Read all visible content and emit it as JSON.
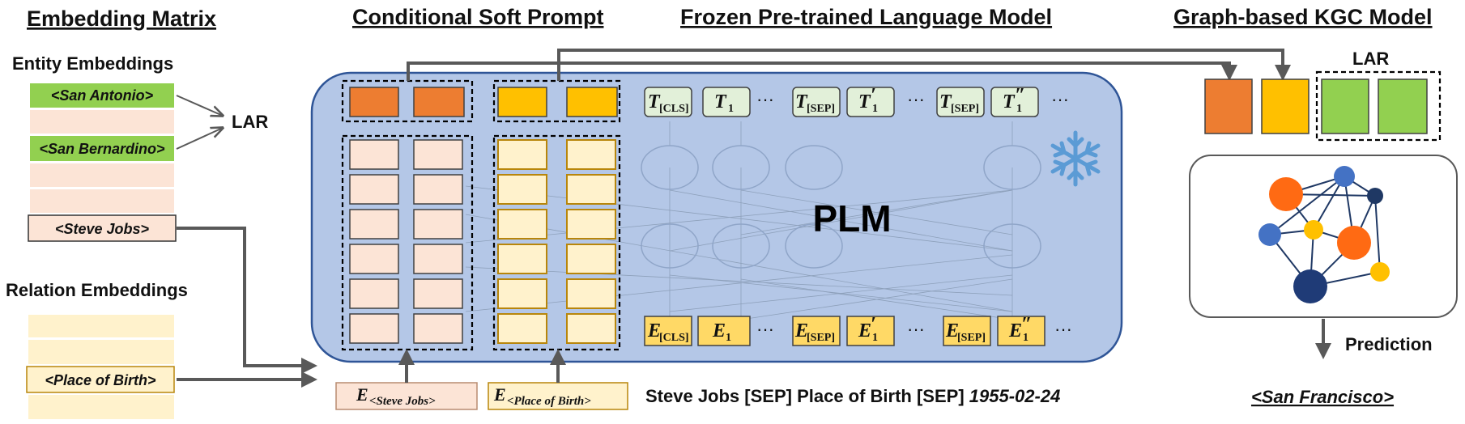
{
  "sections": {
    "embedding_matrix": "Embedding Matrix",
    "conditional_soft_prompt": "Conditional Soft Prompt",
    "frozen_plm": "Frozen Pre-trained Language Model",
    "graph_kgc": "Graph-based KGC Model"
  },
  "embedding_matrix": {
    "entity_title": "Entity Embeddings",
    "entity_1": "<San Antonio>",
    "entity_2": "<San Bernardino>",
    "entity_3": "<Steve Jobs>",
    "relation_title": "Relation Embeddings",
    "relation_1": "<Place of Birth>",
    "lar": "LAR"
  },
  "plm": {
    "label": "PLM",
    "top_tokens": [
      {
        "base": "T",
        "sub": "[CLS]",
        "prime": ""
      },
      {
        "base": "T",
        "sub": "1",
        "prime": ""
      },
      {
        "base": "T",
        "sub": "[SEP]",
        "prime": ""
      },
      {
        "base": "T",
        "sub": "1",
        "prime": "′"
      },
      {
        "base": "T",
        "sub": "[SEP]",
        "prime": ""
      },
      {
        "base": "T",
        "sub": "1",
        "prime": "″"
      }
    ],
    "bottom_tokens": [
      {
        "base": "E",
        "sub": "[CLS]",
        "prime": ""
      },
      {
        "base": "E",
        "sub": "1",
        "prime": ""
      },
      {
        "base": "E",
        "sub": "[SEP]",
        "prime": ""
      },
      {
        "base": "E",
        "sub": "1",
        "prime": "′"
      },
      {
        "base": "E",
        "sub": "[SEP]",
        "prime": ""
      },
      {
        "base": "E",
        "sub": "1",
        "prime": "″"
      }
    ],
    "ellipsis": "···"
  },
  "soft_prompt": {
    "entity_emb_base": "E",
    "entity_emb_sub": "<Steve Jobs>",
    "relation_emb_base": "E",
    "relation_emb_sub": "<Place of Birth>"
  },
  "input_text": {
    "main": "Steve Jobs  [SEP]  Place of Birth [SEP] ",
    "date": "1955-02-24"
  },
  "kgc": {
    "lar": "LAR",
    "prediction": "Prediction",
    "answer": "<San Francisco>"
  },
  "colors": {
    "orange": "#ED7D31",
    "yellow": "#FFC000",
    "green": "#92D050",
    "plm_bg": "#B4C7E7",
    "peach": "#FCE4D6",
    "light_yellow": "#FFF2CC",
    "token_green": "#E2F0D9",
    "token_yellow": "#FFD966",
    "navy": "#1F4E79",
    "blue": "#4472C4"
  }
}
